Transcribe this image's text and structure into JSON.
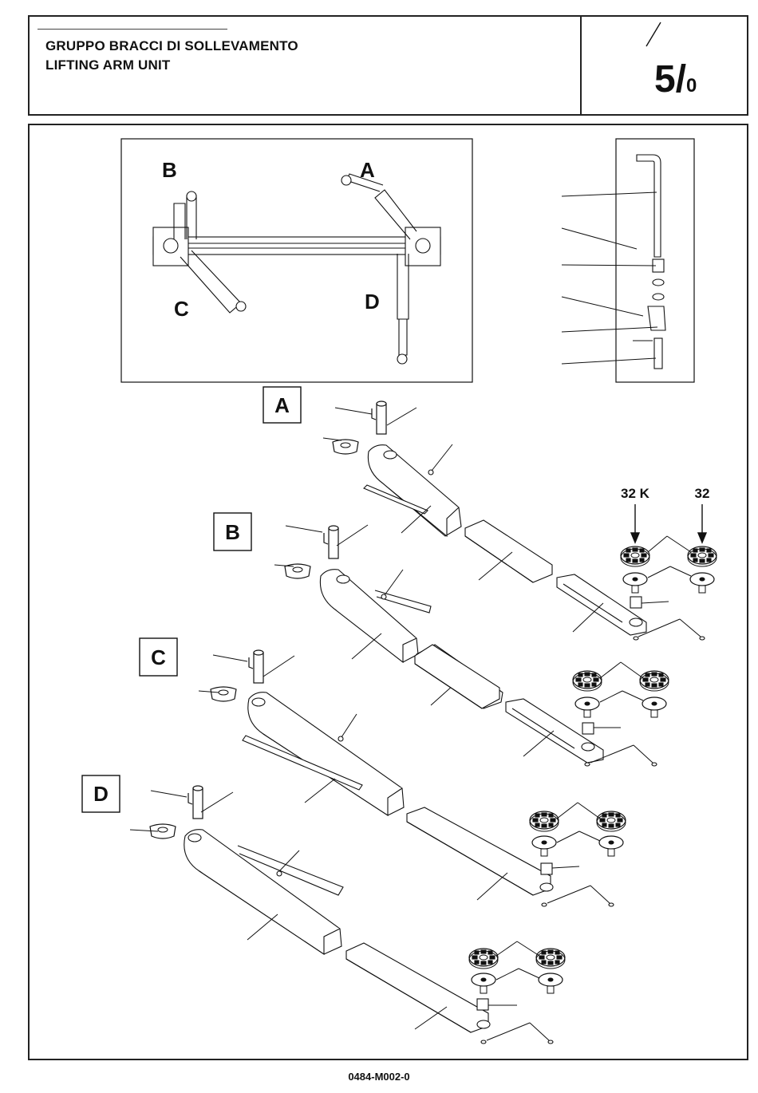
{
  "header": {
    "title_it": "GRUPPO BRACCI DI SOLLEVAMENTO",
    "title_en": "LIFTING ARM UNIT",
    "page_number": "5/",
    "page_subnumber": "0"
  },
  "overview": {
    "labels": [
      "A",
      "B",
      "C",
      "D"
    ]
  },
  "sections": {
    "a": "A",
    "b": "B",
    "c": "C",
    "d": "D"
  },
  "pad_labels": {
    "left": "32 K",
    "right": "32"
  },
  "footer": {
    "drawing_code": "0484-M002-0"
  }
}
